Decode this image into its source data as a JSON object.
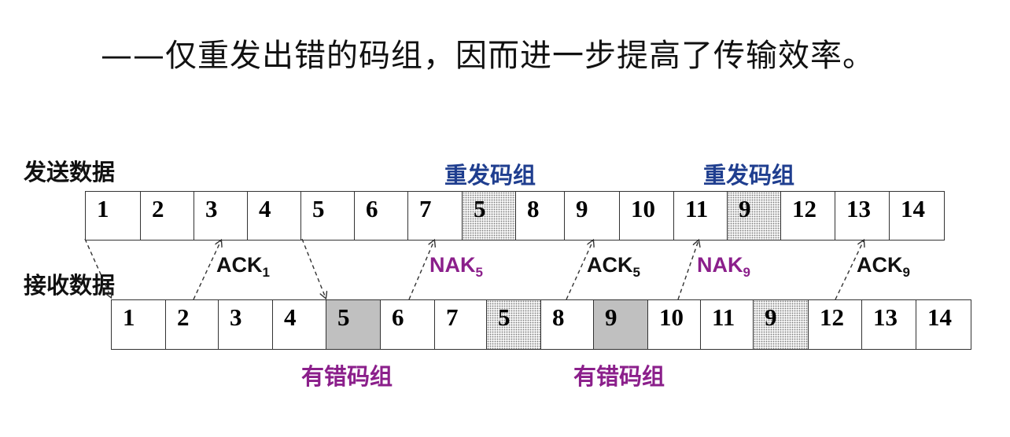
{
  "heading": "——仅重发出错的码组，因而进一步提高了传输效率。",
  "send_label": "发送数据",
  "receive_label": "接收数据",
  "resend_labels": [
    "重发码组",
    "重发码组"
  ],
  "error_labels": [
    "有错码组",
    "有错码组"
  ],
  "send_frames": [
    {
      "num": "1",
      "state": "normal"
    },
    {
      "num": "2",
      "state": "normal"
    },
    {
      "num": "3",
      "state": "normal"
    },
    {
      "num": "4",
      "state": "normal"
    },
    {
      "num": "5",
      "state": "normal"
    },
    {
      "num": "6",
      "state": "normal"
    },
    {
      "num": "7",
      "state": "normal"
    },
    {
      "num": "5",
      "state": "resent"
    },
    {
      "num": "8",
      "state": "normal"
    },
    {
      "num": "9",
      "state": "normal"
    },
    {
      "num": "10",
      "state": "normal"
    },
    {
      "num": "11",
      "state": "normal"
    },
    {
      "num": "9",
      "state": "resent"
    },
    {
      "num": "12",
      "state": "normal"
    },
    {
      "num": "13",
      "state": "normal"
    },
    {
      "num": "14",
      "state": "normal"
    }
  ],
  "receive_frames": [
    {
      "num": "1",
      "state": "normal"
    },
    {
      "num": "2",
      "state": "normal"
    },
    {
      "num": "3",
      "state": "normal"
    },
    {
      "num": "4",
      "state": "normal"
    },
    {
      "num": "5",
      "state": "error"
    },
    {
      "num": "6",
      "state": "normal"
    },
    {
      "num": "7",
      "state": "normal"
    },
    {
      "num": "5",
      "state": "resent"
    },
    {
      "num": "8",
      "state": "normal"
    },
    {
      "num": "9",
      "state": "error"
    },
    {
      "num": "10",
      "state": "normal"
    },
    {
      "num": "11",
      "state": "normal"
    },
    {
      "num": "9",
      "state": "resent"
    },
    {
      "num": "12",
      "state": "normal"
    },
    {
      "num": "13",
      "state": "normal"
    },
    {
      "num": "14",
      "state": "normal"
    }
  ],
  "acks": [
    {
      "type": "ACK",
      "sub": "1"
    },
    {
      "type": "NAK",
      "sub": "5"
    },
    {
      "type": "ACK",
      "sub": "5"
    },
    {
      "type": "NAK",
      "sub": "9"
    },
    {
      "type": "ACK",
      "sub": "9"
    }
  ],
  "colors": {
    "resend_label": "#1f3e8f",
    "error_label": "#8b1f8b",
    "ack": "#111111",
    "nak": "#8b1f8b",
    "error_fill": "#c0c0c0"
  }
}
